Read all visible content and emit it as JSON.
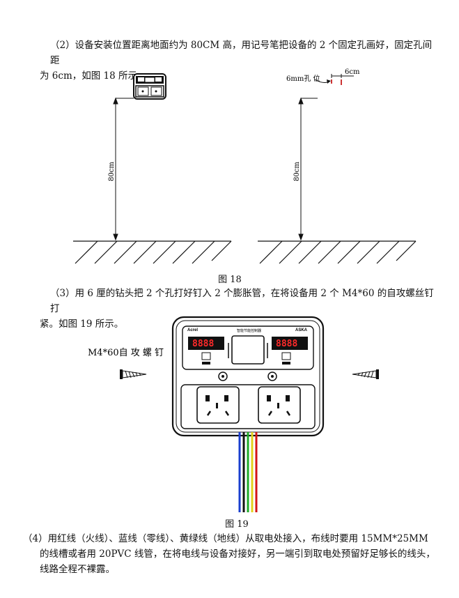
{
  "step2": {
    "line1": "（2）设备安装位置距离地面约为 80CM 高，用记号笔把设备的 2 个固定孔画好，固定孔间距",
    "line2": "为 6cm，如图 18 所示。"
  },
  "fig18": {
    "caption": "图 18",
    "height_label_left": "80cm",
    "height_label_right": "80cm",
    "hole_label": "6mm孔 位",
    "spacing_label": "6cm"
  },
  "step3": {
    "line1": "（3）用 6 厘的钻头把 2 个孔打好钉入 2 个膨胀管，在将设备用 2 个 M4*60 的自攻螺丝钉打",
    "line2": "紧。如图 19 所示。"
  },
  "fig19": {
    "caption": "图 19",
    "screw_label": "M4*60自 攻 螺 钉",
    "brand": "Acrel",
    "model": "ASKA",
    "panel_title": "智能节能控制器",
    "display_left": "8888",
    "display_right": "8888"
  },
  "step4": {
    "line1": "（4）用红线（火线）、蓝线（零线）、黄绿线（地线）从取电处接入，布线时要用 15MM*25MM",
    "line2": "的线槽或者用 20PVC 线管，在将电线与设备对接好，另一端引到取电处预留好足够长的线头，",
    "line3": "线路全程不裸露。"
  }
}
